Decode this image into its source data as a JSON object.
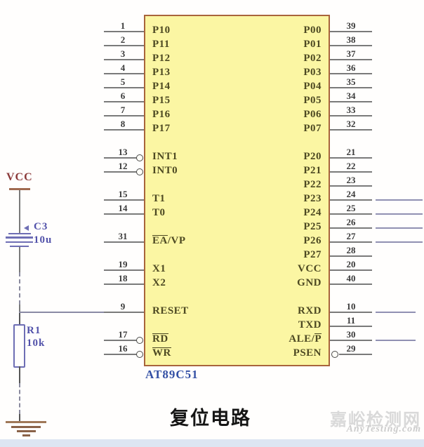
{
  "title": "复位电路",
  "chip": {
    "name": "AT89C51",
    "left_pins": [
      {
        "row": 0,
        "number": "1",
        "parts": [
          {
            "t": "P10"
          }
        ]
      },
      {
        "row": 1,
        "number": "2",
        "parts": [
          {
            "t": "P11"
          }
        ]
      },
      {
        "row": 2,
        "number": "3",
        "parts": [
          {
            "t": "P12"
          }
        ]
      },
      {
        "row": 3,
        "number": "4",
        "parts": [
          {
            "t": "P13"
          }
        ]
      },
      {
        "row": 4,
        "number": "5",
        "parts": [
          {
            "t": "P14"
          }
        ]
      },
      {
        "row": 5,
        "number": "6",
        "parts": [
          {
            "t": "P15"
          }
        ]
      },
      {
        "row": 6,
        "number": "7",
        "parts": [
          {
            "t": "P16"
          }
        ]
      },
      {
        "row": 7,
        "number": "8",
        "parts": [
          {
            "t": "P17"
          }
        ]
      },
      {
        "row": 9,
        "number": "13",
        "bubble": true,
        "parts": [
          {
            "t": "INT1"
          }
        ]
      },
      {
        "row": 10,
        "number": "12",
        "bubble": true,
        "parts": [
          {
            "t": "INT0"
          }
        ]
      },
      {
        "row": 12,
        "number": "15",
        "parts": [
          {
            "t": "T1"
          }
        ]
      },
      {
        "row": 13,
        "number": "14",
        "parts": [
          {
            "t": "T0"
          }
        ]
      },
      {
        "row": 15,
        "number": "31",
        "parts": [
          {
            "t": "EA",
            "ov": true
          },
          {
            "t": "/VP"
          }
        ]
      },
      {
        "row": 17,
        "number": "19",
        "parts": [
          {
            "t": "X1"
          }
        ]
      },
      {
        "row": 18,
        "number": "18",
        "parts": [
          {
            "t": "X2"
          }
        ]
      },
      {
        "row": 20,
        "number": "9",
        "reset_wire": true,
        "parts": [
          {
            "t": "RESET"
          }
        ]
      },
      {
        "row": 22,
        "number": "17",
        "bubble": true,
        "parts": [
          {
            "t": "RD",
            "ov": true
          }
        ]
      },
      {
        "row": 23,
        "number": "16",
        "bubble": true,
        "parts": [
          {
            "t": "WR",
            "ov": true
          }
        ]
      }
    ],
    "right_pins": [
      {
        "row": 0,
        "number": "39",
        "parts": [
          {
            "t": "P00"
          }
        ]
      },
      {
        "row": 1,
        "number": "38",
        "parts": [
          {
            "t": "P01"
          }
        ]
      },
      {
        "row": 2,
        "number": "37",
        "parts": [
          {
            "t": "P02"
          }
        ]
      },
      {
        "row": 3,
        "number": "36",
        "parts": [
          {
            "t": "P03"
          }
        ]
      },
      {
        "row": 4,
        "number": "35",
        "parts": [
          {
            "t": "P04"
          }
        ]
      },
      {
        "row": 5,
        "number": "34",
        "parts": [
          {
            "t": "P05"
          }
        ]
      },
      {
        "row": 6,
        "number": "33",
        "parts": [
          {
            "t": "P06"
          }
        ]
      },
      {
        "row": 7,
        "number": "32",
        "parts": [
          {
            "t": "P07"
          }
        ]
      },
      {
        "row": 9,
        "number": "21",
        "parts": [
          {
            "t": "P20"
          }
        ]
      },
      {
        "row": 10,
        "number": "22",
        "parts": [
          {
            "t": "P21"
          }
        ]
      },
      {
        "row": 11,
        "number": "23",
        "parts": [
          {
            "t": "P22"
          }
        ]
      },
      {
        "row": 12,
        "number": "24",
        "ext": "long",
        "parts": [
          {
            "t": "P23"
          }
        ]
      },
      {
        "row": 13,
        "number": "25",
        "ext": "long",
        "parts": [
          {
            "t": "P24"
          }
        ]
      },
      {
        "row": 14,
        "number": "26",
        "ext": "long",
        "parts": [
          {
            "t": "P25"
          }
        ]
      },
      {
        "row": 15,
        "number": "27",
        "ext": "long",
        "parts": [
          {
            "t": "P26"
          }
        ]
      },
      {
        "row": 16,
        "number": "28",
        "parts": [
          {
            "t": "P27"
          }
        ]
      },
      {
        "row": 17,
        "number": "20",
        "parts": [
          {
            "t": "VCC"
          }
        ]
      },
      {
        "row": 18,
        "number": "40",
        "parts": [
          {
            "t": "GND"
          }
        ]
      },
      {
        "row": 20,
        "number": "10",
        "ext": "short",
        "parts": [
          {
            "t": "RXD"
          }
        ]
      },
      {
        "row": 21,
        "number": "11",
        "parts": [
          {
            "t": "TXD"
          }
        ]
      },
      {
        "row": 22,
        "number": "30",
        "ext": "short",
        "parts": [
          {
            "t": "ALE/"
          },
          {
            "t": "P",
            "ov": true
          }
        ]
      },
      {
        "row": 23,
        "number": "29",
        "bubble": true,
        "parts": [
          {
            "t": "PSEN"
          }
        ]
      }
    ]
  },
  "power_circuit": {
    "vcc_label": "VCC",
    "capacitor": {
      "ref": "C3",
      "value": "10u"
    },
    "resistor": {
      "ref": "R1",
      "value": "10k"
    }
  },
  "watermark": {
    "site_name": "嘉峪检测网",
    "site_url": "AnyTesting.com"
  },
  "colors": {
    "chip_fill": "#fbf6a3",
    "chip_border": "#a8643c",
    "chip_label": "#3350a5",
    "pin_text": "#4d4922",
    "number_text": "#3a3a3a",
    "wire": "#7a7a7a",
    "ext_wire": "#9090b2",
    "component": "#6e6eb4",
    "component_text": "#5252aa",
    "vcc": "#8b3a3a",
    "ground": "#8a6248",
    "title": "#151515",
    "watermark": "#d9d9d9",
    "watermark2": "#cccccc",
    "bottom_strip": "#dde5f2"
  }
}
